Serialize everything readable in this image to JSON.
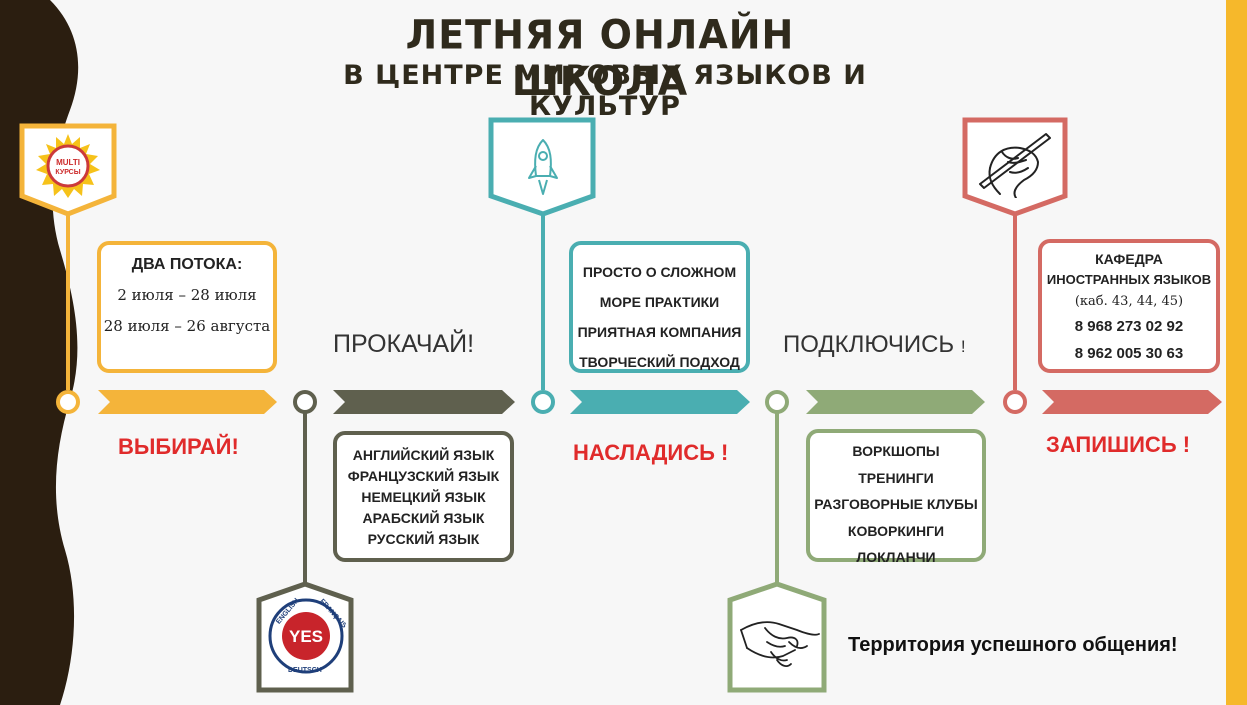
{
  "title": {
    "line1": "ЛЕТНЯЯ ОНЛАЙН ШКОЛА",
    "line2": "В ЦЕНТРЕ МИРОВЫХ ЯЗЫКОВ И КУЛЬТУР"
  },
  "colors": {
    "yellow": "#f4b43a",
    "olive": "#5f604e",
    "teal": "#4aaeb1",
    "green": "#8faa77",
    "red": "#d46a63",
    "accent_red": "#e02b2b",
    "left_band": "#2b1e10",
    "right_band": "#f6b82b"
  },
  "step1": {
    "logo_text_1": "MULTI",
    "logo_text_2": "КУРСЫ",
    "box_title": "ДВА ПОТОКА:",
    "dates_1": "2 июля – 28 июля",
    "dates_2": "28 июля – 26 августа",
    "label": "ВЫБИРАЙ!"
  },
  "step2": {
    "label": "ПРОКАЧАЙ!",
    "languages": [
      "АНГЛИЙСКИЙ ЯЗЫК",
      "ФРАНЦУЗСКИЙ ЯЗЫК",
      "НЕМЕЦКИЙ ЯЗЫК",
      "АРАБСКИЙ ЯЗЫК",
      "РУССКИЙ ЯЗЫК"
    ],
    "yes_text": "YES",
    "ring_top_left": "ENGLISH",
    "ring_top_right": "FRANÇAIS",
    "ring_bottom": "DEUTSCH"
  },
  "step3": {
    "features": [
      "ПРОСТО О СЛОЖНОМ",
      "МОРЕ ПРАКТИКИ",
      "ПРИЯТНАЯ КОМПАНИЯ",
      "ТВОРЧЕСКИЙ ПОДХОД"
    ],
    "label": "НАСЛАДИСЬ !",
    "icon": "rocket-icon"
  },
  "step4": {
    "label": "ПОДКЛЮЧИСЬ",
    "label_suffix": "!",
    "activities": [
      "ВОРКШОПЫ",
      "ТРЕНИНГИ",
      "РАЗГОВОРНЫЕ КЛУБЫ",
      "КОВОРКИНГИ",
      "ЛОКЛАНЧИ"
    ],
    "icon": "handshake-icon"
  },
  "step5": {
    "dept_1": "КАФЕДРА",
    "dept_2": "ИНОСТРАННЫХ ЯЗЫКОВ",
    "rooms": "(каб. 43, 44, 45)",
    "phone_1": "8 968 273 02 92",
    "phone_2": "8 962 005 30 63",
    "label": "ЗАПИШИСЬ !",
    "icon": "hand-pen-icon"
  },
  "slogan": "Территория успешного общения!"
}
